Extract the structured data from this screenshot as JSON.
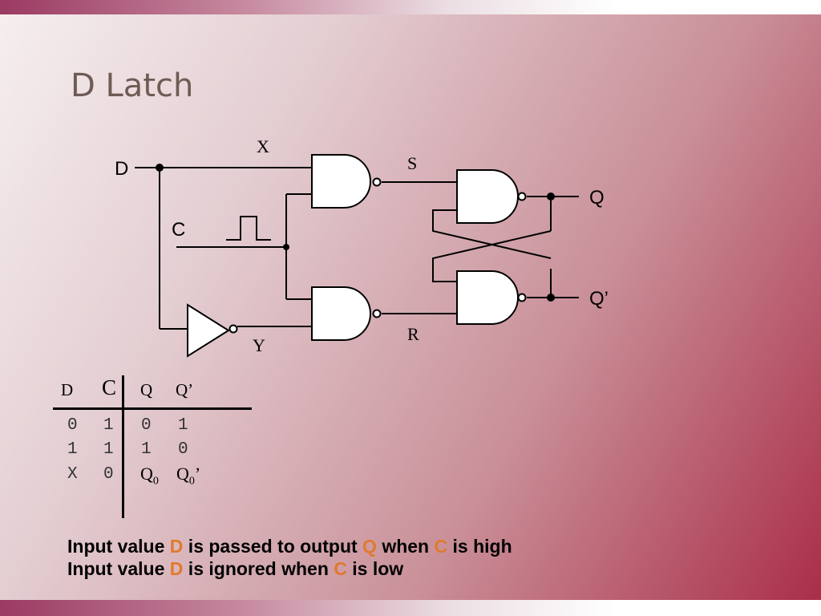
{
  "slide": {
    "title": "D Latch"
  },
  "circuit": {
    "labels": {
      "input_d": "D",
      "input_c": "C",
      "output_q": "Q",
      "output_q_bar": "Q’",
      "wire_x": "X",
      "wire_y": "Y",
      "wire_s": "S",
      "wire_r": "R"
    },
    "components": [
      "nand-gate-top",
      "nand-gate-bottom",
      "nand-gate-latch-top",
      "nand-gate-latch-bottom",
      "not-gate",
      "clock-pulse-icon"
    ]
  },
  "truth_table": {
    "headers": [
      "D",
      "C",
      "Q",
      "Q’"
    ],
    "rows": [
      [
        "0",
        "1",
        "0",
        "1"
      ],
      [
        "1",
        "1",
        "1",
        "0"
      ],
      [
        "X",
        "0",
        "Q",
        "Q"
      ]
    ],
    "row3_subscripts": [
      "0",
      "0"
    ],
    "row3_q_bar_suffix": "’"
  },
  "captions": {
    "line1": {
      "p1": "Input value ",
      "d": "D",
      "p2": " is passed to output ",
      "q": "Q",
      "p3": " when ",
      "c": "C",
      "p4": " is high"
    },
    "line2": {
      "p1": "Input value ",
      "d": "D",
      "p2": " is ignored when ",
      "c": "C",
      "p3": " is low"
    }
  },
  "colors": {
    "highlight": "#e07a2c",
    "title": "#6e5b54",
    "accent": "#a92c47"
  }
}
